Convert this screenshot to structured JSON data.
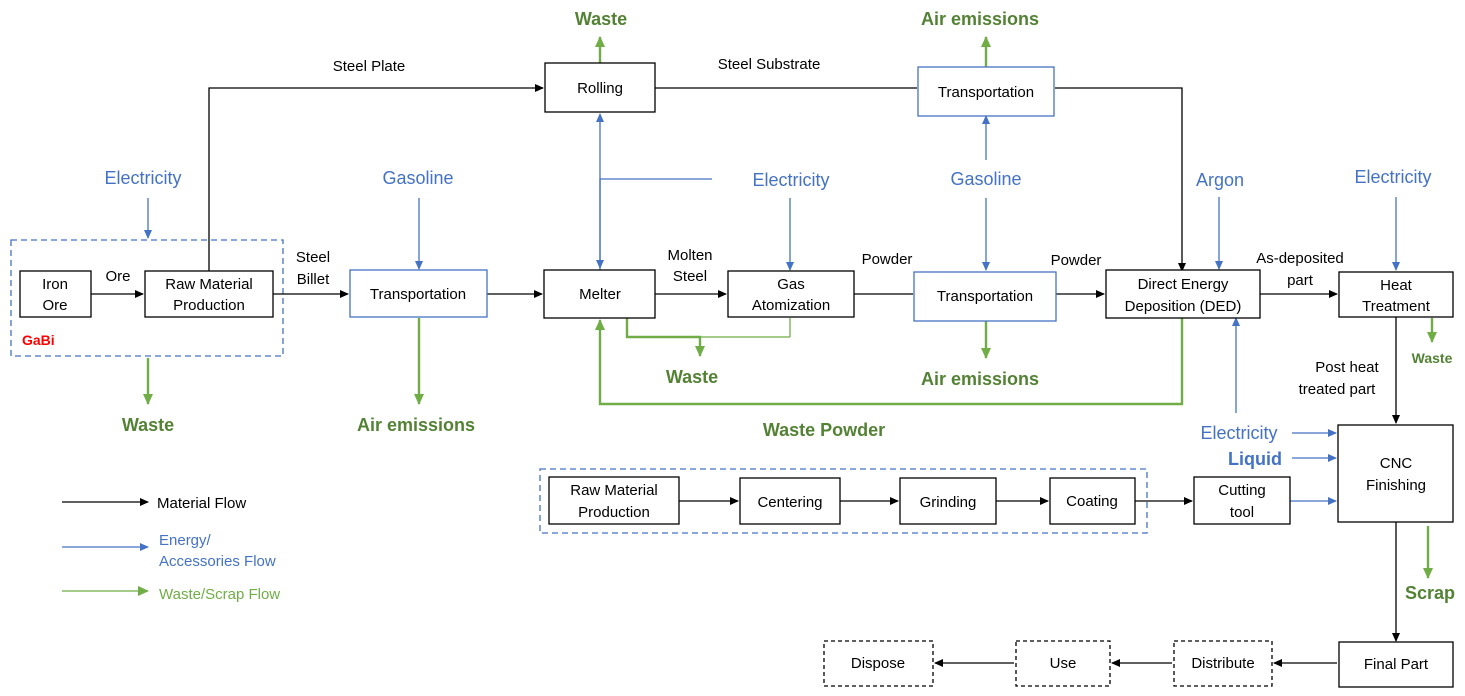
{
  "processes": {
    "iron_ore": [
      "Iron",
      "Ore"
    ],
    "raw_material_production": [
      "Raw Material",
      "Production"
    ],
    "transportation_billet": "Transportation",
    "rolling": "Rolling",
    "transportation_substrate": "Transportation",
    "melter": "Melter",
    "gas_atomization": [
      "Gas",
      "Atomization"
    ],
    "transportation_powder": "Transportation",
    "ded": [
      "Direct Energy",
      "Deposition (DED)"
    ],
    "heat_treatment": [
      "Heat",
      "Treatment"
    ],
    "cnc_finishing": [
      "CNC",
      "Finishing"
    ],
    "tool_raw_material": [
      "Raw Material",
      "Production"
    ],
    "centering": "Centering",
    "grinding": "Grinding",
    "coating": "Coating",
    "cutting_tool": [
      "Cutting",
      "tool"
    ],
    "final_part": "Final Part",
    "distribute": "Distribute",
    "use": "Use",
    "dispose": "Dispose"
  },
  "flow_labels": {
    "ore": "Ore",
    "steel_plate": "Steel Plate",
    "steel_billet": [
      "Steel",
      "Billet"
    ],
    "steel_substrate": "Steel Substrate",
    "molten_steel": [
      "Molten",
      "Steel"
    ],
    "powder_1": "Powder",
    "powder_2": "Powder",
    "as_deposited": [
      "As-deposited",
      "part"
    ],
    "post_heat": [
      "Post heat",
      "treated part"
    ]
  },
  "inputs": {
    "electricity_raw": "Electricity",
    "gasoline_billet": "Gasoline",
    "electricity_atomization": "Electricity",
    "gasoline_powder": "Gasoline",
    "argon": "Argon",
    "electricity_heat": "Electricity",
    "electricity_cnc": "Electricity",
    "liquid": "Liquid"
  },
  "outputs": {
    "waste_rolling": "Waste",
    "air_emissions_substrate": "Air emissions",
    "waste_raw": "Waste",
    "air_emissions_billet": "Air emissions",
    "waste_melter": "Waste",
    "air_emissions_powder": "Air emissions",
    "waste_powder": "Waste Powder",
    "waste_heat": "Waste",
    "scrap": "Scrap"
  },
  "gabi_label": "GaBi",
  "legend": {
    "material": "Material Flow",
    "energy": [
      "Energy/",
      "Accessories Flow"
    ],
    "waste": "Waste/Scrap Flow"
  },
  "colors": {
    "material": "#000000",
    "energy": "#4472c4",
    "waste": "#70ad47",
    "gabi": "#ff0000"
  }
}
